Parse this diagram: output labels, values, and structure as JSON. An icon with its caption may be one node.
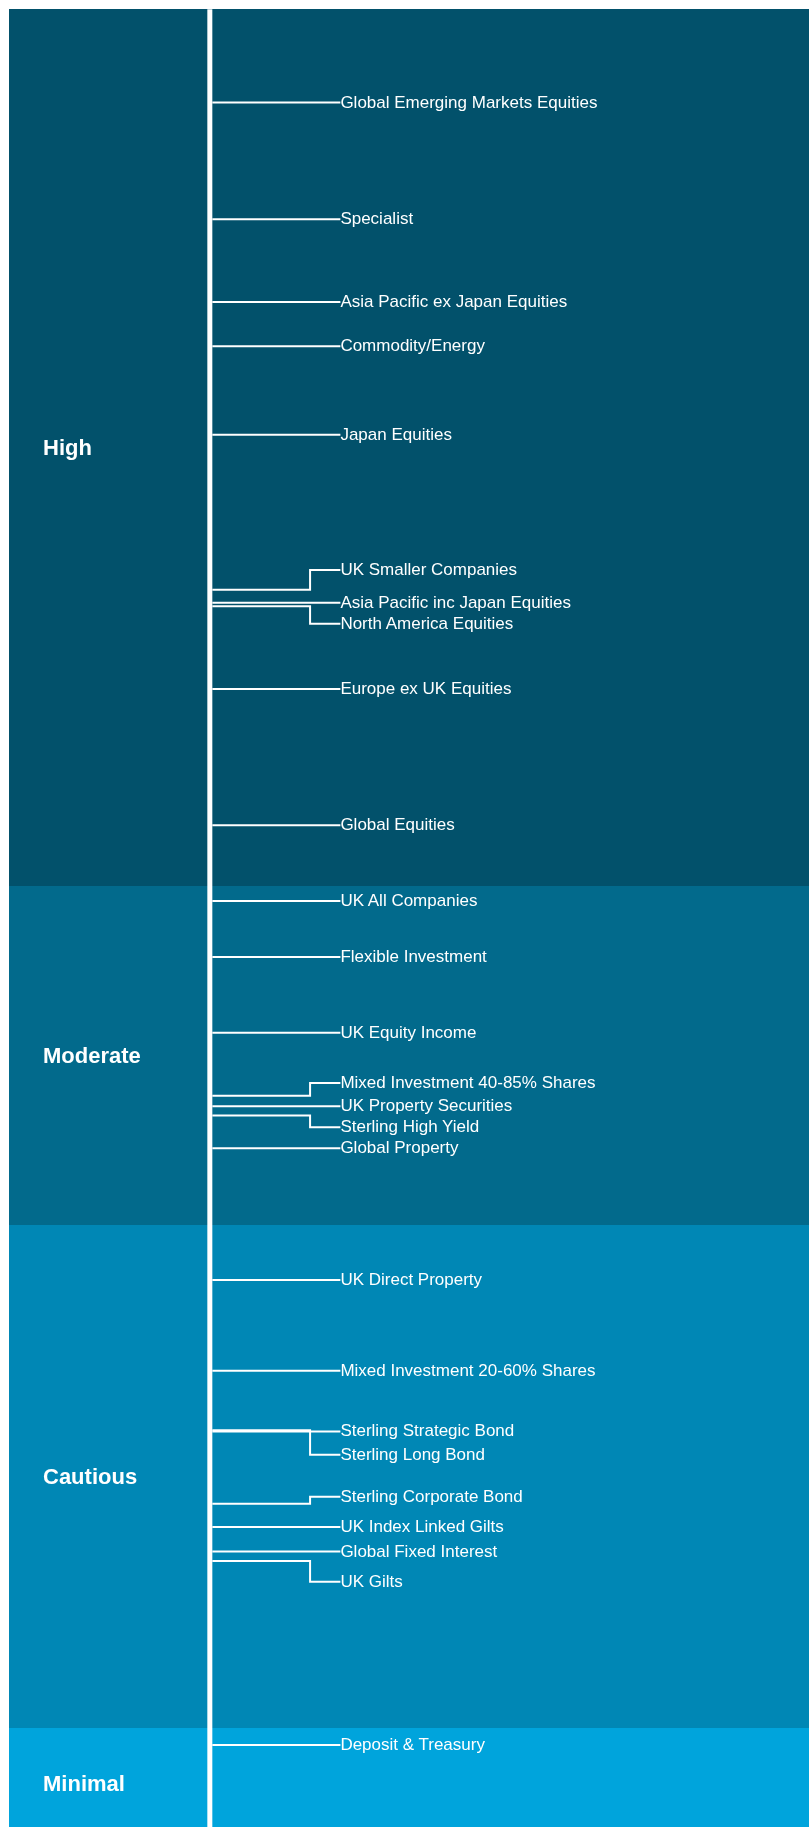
{
  "diagram": {
    "nodes": [
      {
        "text": [
          "High"
        ]
      },
      {
        "text": [
          "Global Emerging Markets Equities"
        ],
        "in": 0
      },
      {
        "text": [
          "Specialist"
        ],
        "in": 0
      },
      {
        "text": [
          "Asia Pacific ex Japan Equities"
        ],
        "in": 0
      },
      {
        "text": [
          "Commodity/Energy"
        ],
        "in": 0
      },
      {
        "text": [
          "Japan Equities"
        ],
        "in": 0
      },
      {
        "text": [
          "UK Smaller Companies"
        ],
        "in": 0
      },
      {
        "text": [
          "Asia Pacific inc Japan Equities"
        ],
        "in": 0
      },
      {
        "text": [
          "North America Equities"
        ],
        "in": 0
      },
      {
        "text": [
          "Europe ex UK Equities"
        ],
        "in": 0
      },
      {
        "text": [
          "Global Equities"
        ],
        "in": 0
      },
      {
        "text": [
          "Moderate"
        ]
      },
      {
        "text": [
          "UK All Companies"
        ],
        "in": 11
      },
      {
        "text": [
          "Flexible Investment"
        ],
        "in": 11
      },
      {
        "text": [
          "UK Equity Income"
        ],
        "in": 11
      },
      {
        "text": [
          "Mixed Investment 40-85% Shares"
        ],
        "in": 11
      },
      {
        "text": [
          "UK Property Securities"
        ],
        "in": 11
      },
      {
        "text": [
          "Sterling High Yield"
        ],
        "in": 11
      },
      {
        "text": [
          "Global Property"
        ],
        "in": 11
      },
      {
        "text": [
          "Cautious"
        ]
      },
      {
        "text": [
          "UK Direct Property"
        ],
        "in": 19
      },
      {
        "text": [
          "Mixed Investment 20-60% Shares"
        ],
        "in": 19
      },
      {
        "text": [
          "Sterling Strategic Bond"
        ],
        "in": 19
      },
      {
        "text": [
          "Sterling Long Bond"
        ],
        "in": 19
      },
      {
        "text": [
          "Sterling Corporate Bond"
        ],
        "in": 19
      },
      {
        "text": [
          "UK Index Linked Gilts"
        ],
        "in": 19
      },
      {
        "text": [
          "Global Fixed Interest"
        ],
        "in": 19
      },
      {
        "text": [
          "UK Gilts"
        ],
        "in": 19
      },
      {
        "text": [
          "Minimal"
        ]
      },
      {
        "text": [
          "Deposit & Treasury"
        ],
        "in": 28
      }
    ],
    "edges": [
      {
        "from": 1,
        "to": null,
        "arrow": "none"
      },
      {
        "from": 2,
        "to": null,
        "arrow": "none"
      },
      {
        "from": 3,
        "to": null,
        "arrow": "none"
      },
      {
        "from": 4,
        "to": null,
        "arrow": "none"
      },
      {
        "from": 5,
        "to": null,
        "arrow": "none"
      },
      {
        "from": 6,
        "to": null,
        "arrow": "none"
      },
      {
        "from": 7,
        "to": null,
        "arrow": "none"
      },
      {
        "from": 8,
        "to": null,
        "arrow": "none"
      },
      {
        "from": 9,
        "to": null,
        "arrow": "none"
      },
      {
        "from": 10,
        "to": null,
        "arrow": "none"
      },
      {
        "from": 12,
        "to": null,
        "arrow": "none"
      },
      {
        "from": 13,
        "to": null,
        "arrow": "none"
      },
      {
        "from": 14,
        "to": null,
        "arrow": "none"
      },
      {
        "from": 15,
        "to": null,
        "arrow": "none"
      },
      {
        "from": 16,
        "to": null,
        "arrow": "none"
      },
      {
        "from": 17,
        "to": null,
        "arrow": "none"
      },
      {
        "from": 18,
        "to": null,
        "arrow": "none"
      },
      {
        "from": 20,
        "to": null,
        "arrow": "none"
      },
      {
        "from": 21,
        "to": null,
        "arrow": "none"
      },
      {
        "from": 22,
        "to": null,
        "arrow": "none"
      },
      {
        "from": 23,
        "to": null,
        "arrow": "none"
      },
      {
        "from": 24,
        "to": null,
        "arrow": "none"
      },
      {
        "from": 25,
        "to": null,
        "arrow": "none"
      },
      {
        "from": 26,
        "to": null,
        "arrow": "none"
      },
      {
        "from": 27,
        "to": null,
        "arrow": "none"
      },
      {
        "from": 29,
        "to": null,
        "arrow": "none"
      }
    ]
  }
}
